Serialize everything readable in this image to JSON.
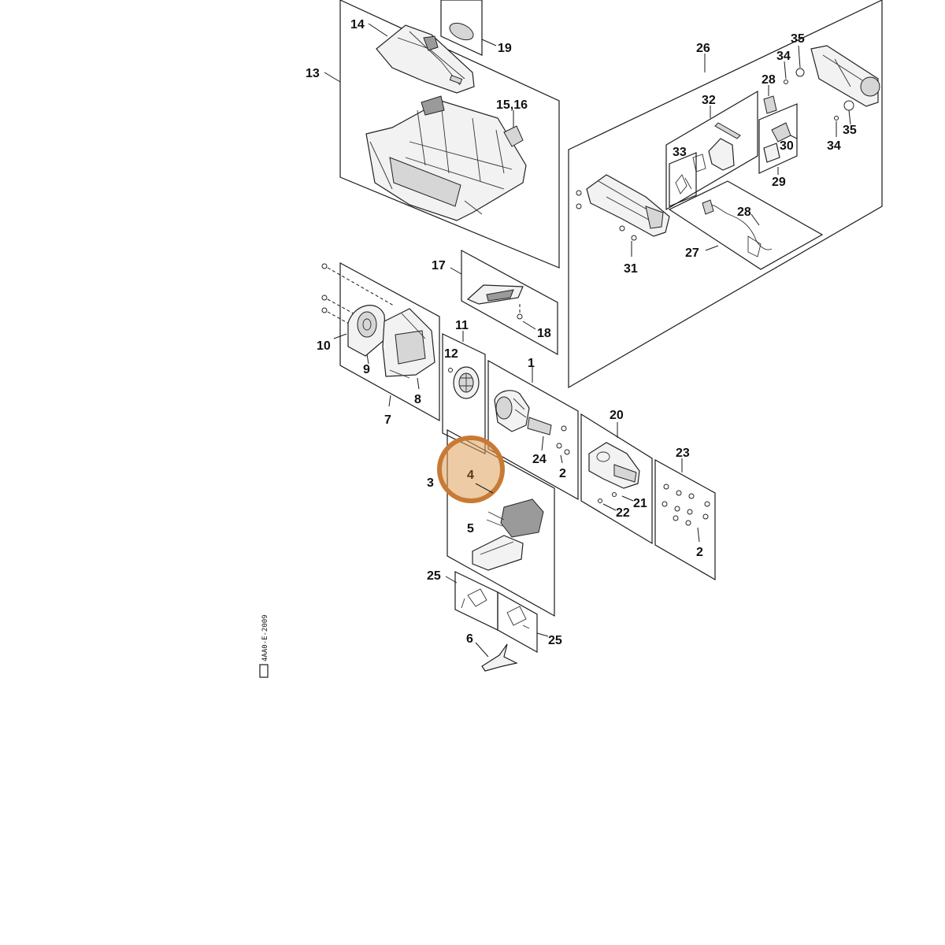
{
  "diagram": {
    "callouts": {
      "c1": "1",
      "c2a": "2",
      "c2b": "2",
      "c3": "3",
      "c4": "4",
      "c5": "5",
      "c6": "6",
      "c7": "7",
      "c8": "8",
      "c9": "9",
      "c10": "10",
      "c11": "11",
      "c12": "12",
      "c13": "13",
      "c14": "14",
      "c15_16": "15,16",
      "c17": "17",
      "c18": "18",
      "c19": "19",
      "c20": "20",
      "c21": "21",
      "c22": "22",
      "c23": "23",
      "c24": "24",
      "c25a": "25",
      "c25b": "25",
      "c26": "26",
      "c27": "27",
      "c28a": "28",
      "c28b": "28",
      "c29": "29",
      "c30": "30",
      "c31": "31",
      "c32": "32",
      "c33": "33",
      "c34a": "34",
      "c34b": "34",
      "c35a": "35",
      "c35b": "35"
    },
    "highlighted_callout": "4",
    "drawing_code": "4AA0-E-2009",
    "colors": {
      "highlight_fill": "#dea05a",
      "highlight_stroke": "#c87a35",
      "line": "#1a1a1a"
    }
  }
}
